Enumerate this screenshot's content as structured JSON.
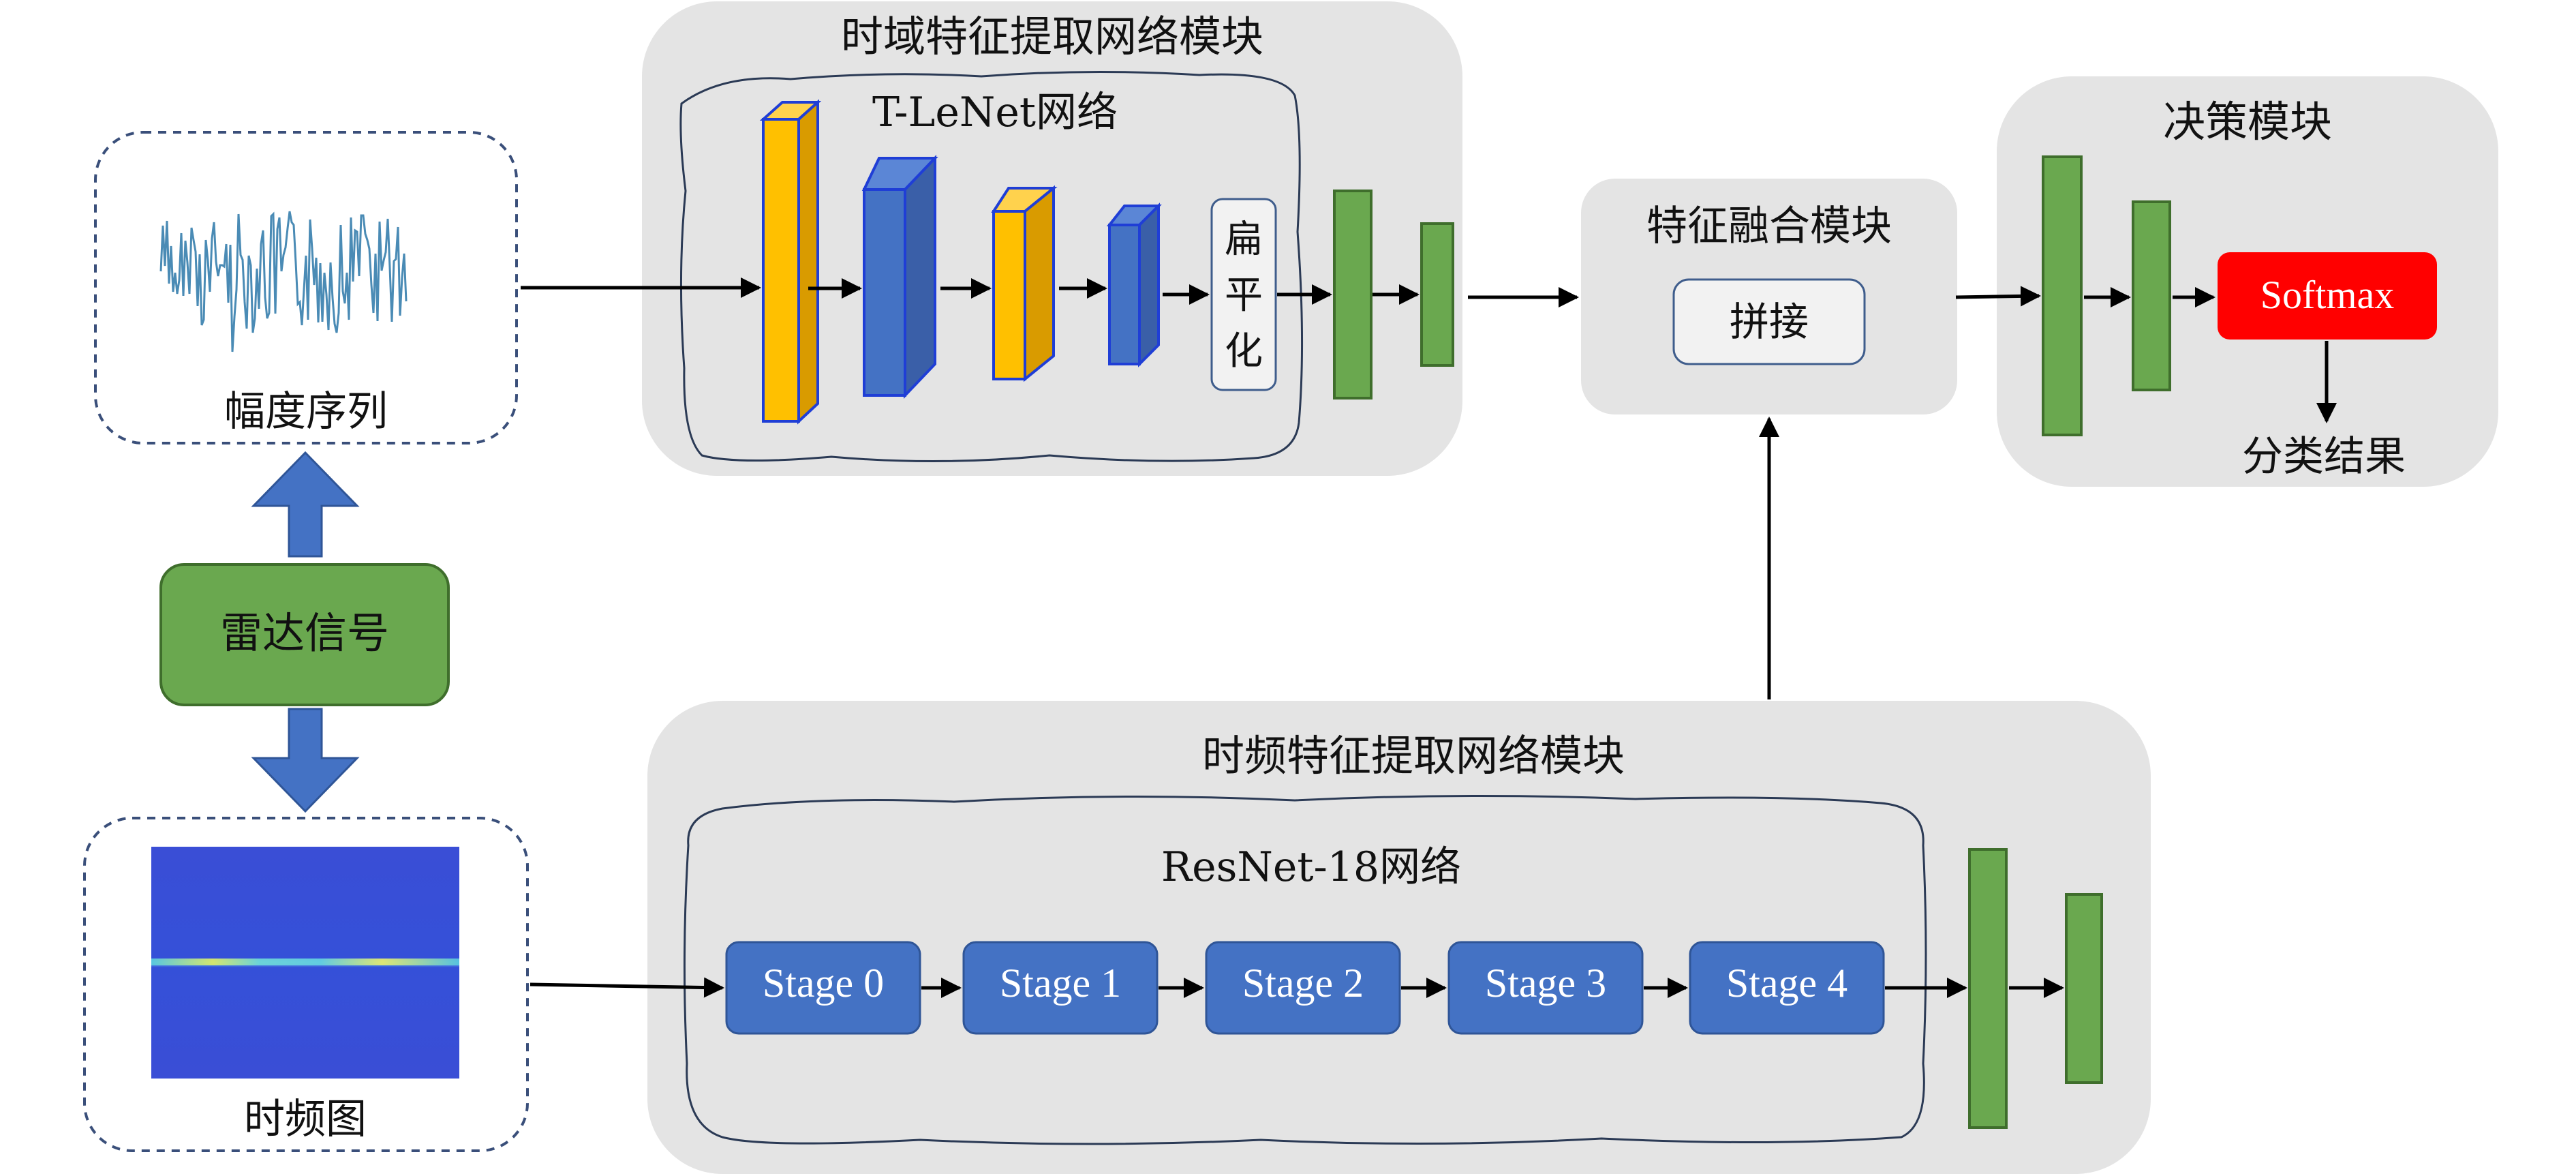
{
  "colors": {
    "module_bg": "#e4e4e4",
    "green": "#6aa84f",
    "green_dark": "#3f6e2c",
    "blue_box": "#4472c4",
    "blue_dark": "#2f5597",
    "yellow": "#ffc000",
    "yellow_side": "#d99b00",
    "red": "#ff0000",
    "arrow_blue": "#4472c4"
  },
  "radar_signal": {
    "label": "雷达信号"
  },
  "amplitude": {
    "label": "幅度序列"
  },
  "tf_image": {
    "label": "时频图"
  },
  "time_module": {
    "title": "时域特征提取网络模块",
    "network_label": "T-LeNet网络",
    "flatten": [
      "扁",
      "平",
      "化"
    ]
  },
  "tf_module": {
    "title": "时频特征提取网络模块",
    "network_label": "ResNet-18网络",
    "stages": [
      "Stage 0",
      "Stage 1",
      "Stage 2",
      "Stage 3",
      "Stage 4"
    ]
  },
  "fusion_module": {
    "title": "特征融合模块",
    "concat": "拼接"
  },
  "decision_module": {
    "title": "决策模块",
    "softmax": "Softmax",
    "result": "分类结果"
  }
}
